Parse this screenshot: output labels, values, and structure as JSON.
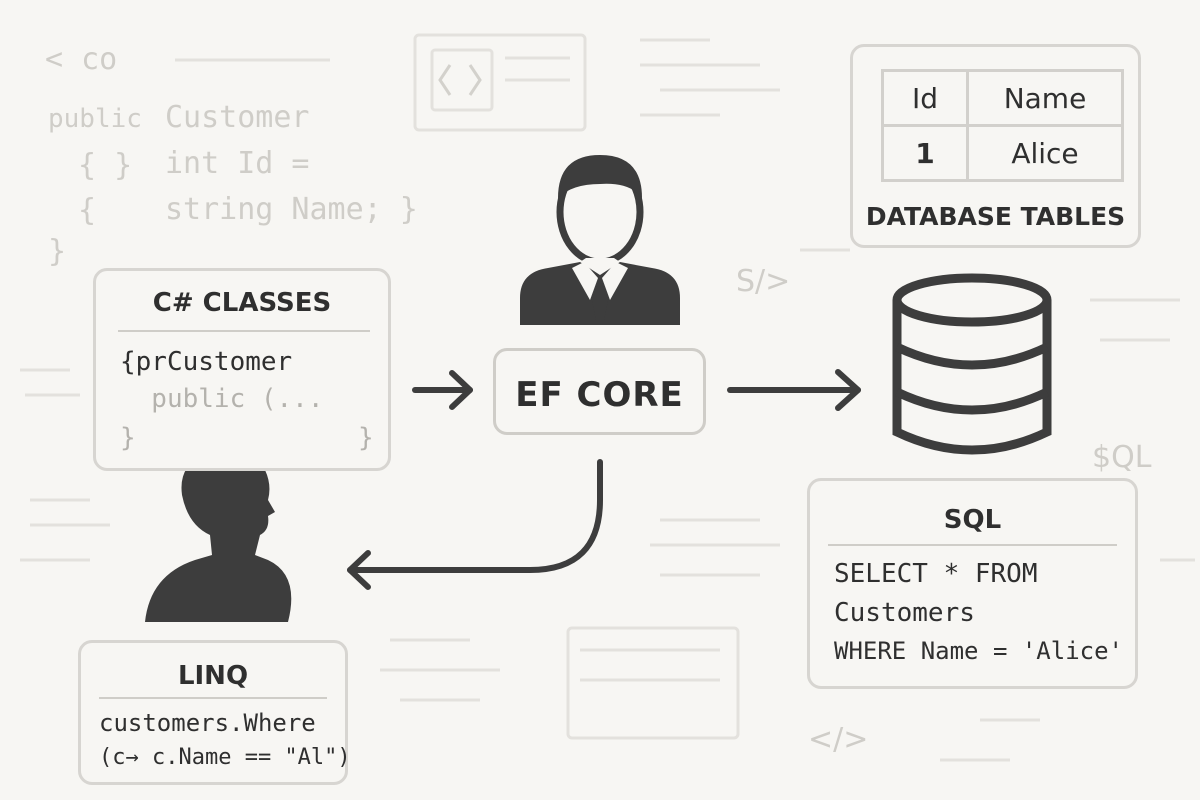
{
  "background_code": {
    "line1": "< co",
    "line2_kw": "public",
    "line2_name": "Customer",
    "line3_brace": "{ }",
    "line3_code": "int Id =",
    "line4_brace": "{",
    "line4_code": "string Name; }",
    "line5_brace": "}",
    "tag_html": "S/>",
    "tag_sql": "$QL",
    "tag_close": "</>"
  },
  "csharp_card": {
    "title": "C# CLASSES",
    "line1": "{prCustomer",
    "line2": "  public (...",
    "brace_left": "}",
    "brace_right": "}"
  },
  "ef_core": {
    "label": "EF CORE"
  },
  "db_tables": {
    "headers": [
      "Id",
      "Name"
    ],
    "row": [
      "1",
      "Alice"
    ],
    "caption": "DATABASE TABLES"
  },
  "sql_card": {
    "title": "SQL",
    "line1": "SELECT * FROM",
    "line2": "Customers",
    "line3": "WHERE Name = 'Alice'"
  },
  "linq_card": {
    "title": "LINQ",
    "line1": "customers.Where",
    "line2": "(c→ c.Name == \"Al\")"
  },
  "colors": {
    "ink": "#3d3d3d",
    "card_border": "#d7d5d1",
    "faint": "#cfcdc8",
    "background": "#f7f6f3"
  },
  "icons": [
    "developer-icon",
    "user-silhouette-icon",
    "database-icon",
    "code-window-icon"
  ]
}
